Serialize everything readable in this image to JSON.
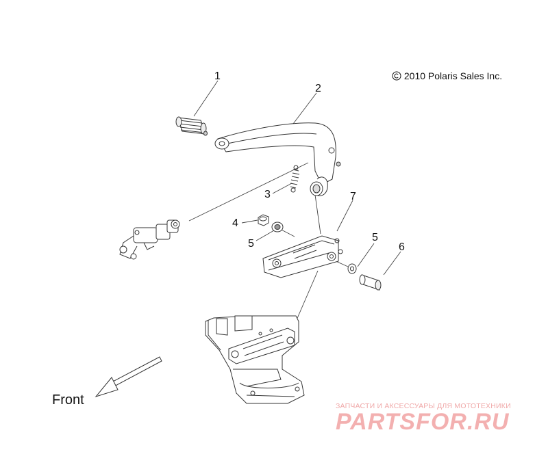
{
  "copyright": "2010 Polaris Sales Inc.",
  "front_label": "Front",
  "callouts": [
    "1",
    "2",
    "3",
    "4",
    "5",
    "5",
    "6",
    "7"
  ],
  "watermark": {
    "tagline": "ЗАПЧАСТИ И АКСЕССУАРЫ ДЛЯ МОТОТЕХНИКИ",
    "logo": "PARTSFOR.RU",
    "color": "#f3b0b0"
  }
}
